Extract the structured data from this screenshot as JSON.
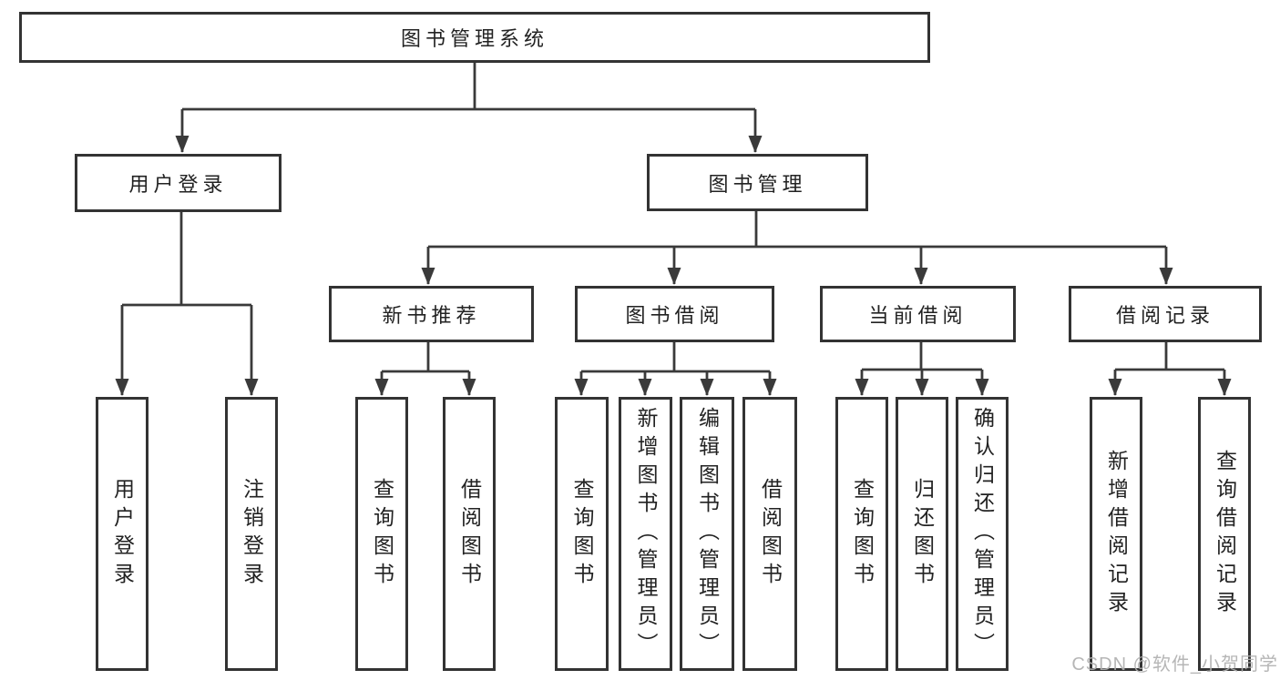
{
  "diagram": {
    "root": {
      "label": "图书管理系统"
    },
    "branches": [
      {
        "label": "用户登录",
        "leaves": [
          "用户登录",
          "注销登录"
        ]
      },
      {
        "label": "图书管理",
        "groups": [
          {
            "label": "新书推荐",
            "leaves": [
              "查询图书",
              "借阅图书"
            ]
          },
          {
            "label": "图书借阅",
            "leaves": [
              "查询图书",
              "新增图书（管理员）",
              "编辑图书（管理员）",
              "借阅图书"
            ]
          },
          {
            "label": "当前借阅",
            "leaves": [
              "查询图书",
              "归还图书",
              "确认归还（管理员）"
            ]
          },
          {
            "label": "借阅记录",
            "leaves": [
              "新增借阅记录",
              "查询借阅记录"
            ]
          }
        ]
      }
    ]
  },
  "watermark": {
    "text": "CSDN @软件_小贺同学"
  },
  "colors": {
    "background": "#ffffff",
    "line": "#3a3a3a",
    "box_border": "#333333",
    "text": "#222222",
    "watermark": "#b0b0b0"
  }
}
